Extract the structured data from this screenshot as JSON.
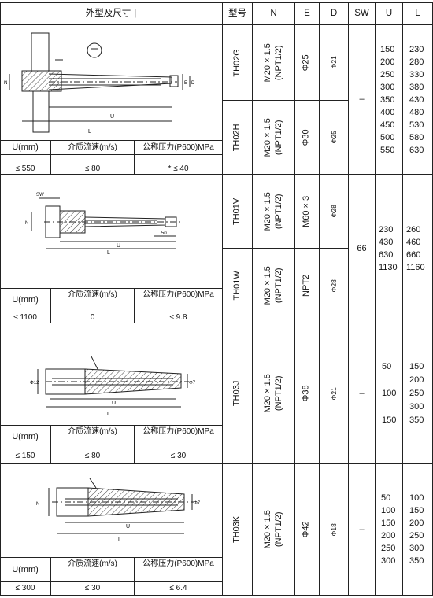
{
  "header": {
    "shape": "外型及尺寸",
    "model": "型号",
    "n": "N",
    "e": "E",
    "d": "D",
    "sw": "SW",
    "u": "U",
    "l": "L"
  },
  "sub_header": {
    "u": "U(mm)",
    "velocity": "介质流速(m/s)",
    "pressure": "公称压力(P600)MPa"
  },
  "sections": [
    {
      "limits": {
        "u": "≤ 550",
        "velocity": "≤ 80",
        "pressure": "* ≤ 40"
      },
      "models": [
        {
          "model": "TH02G",
          "n1": "M20 × 1.5",
          "n2": "(NPT1/2)",
          "e": "Φ25",
          "d": "Φ21"
        },
        {
          "model": "TH02H",
          "n1": "M20 × 1.5",
          "n2": "(NPT1/2)",
          "e": "Φ30",
          "d": "Φ25"
        }
      ],
      "sw": "–",
      "u_values": [
        "150",
        "200",
        "250",
        "300",
        "350",
        "400",
        "450",
        "500",
        "550"
      ],
      "l_values": [
        "230",
        "280",
        "330",
        "380",
        "430",
        "480",
        "530",
        "580",
        "630"
      ]
    },
    {
      "limits": {
        "u": "≤ 1100",
        "velocity": "0",
        "pressure": "≤ 9.8"
      },
      "models": [
        {
          "model": "TH01V",
          "n1": "M20 × 1.5",
          "n2": "(NPT1/2)",
          "e": "M60 × 3",
          "d": "Φ28"
        },
        {
          "model": "TH01W",
          "n1": "M20 × 1.5",
          "n2": "(NPT1/2)",
          "e": "NPT2",
          "d": "Φ28"
        }
      ],
      "sw": "66",
      "u_values": [
        "230",
        "430",
        "630",
        "1130"
      ],
      "l_values": [
        "260",
        "460",
        "660",
        "1160"
      ]
    },
    {
      "limits": {
        "u": "≤ 150",
        "velocity": "≤ 80",
        "pressure": "≤ 30"
      },
      "models": [
        {
          "model": "TH03J",
          "n1": "M20 × 1.5",
          "n2": "(NPT1/2)",
          "e": "Φ38",
          "d": "Φ21"
        }
      ],
      "sw": "–",
      "u_values": [
        "50",
        "",
        "100",
        "",
        "150"
      ],
      "l_values": [
        "150",
        "200",
        "250",
        "300",
        "350"
      ]
    },
    {
      "limits": {
        "u": "≤ 300",
        "velocity": "≤ 30",
        "pressure": "≤ 6.4"
      },
      "models": [
        {
          "model": "TH03K",
          "n1": "M20 × 1.5",
          "n2": "(NPT1/2)",
          "e": "Φ42",
          "d": "Φ18"
        }
      ],
      "sw": "–",
      "u_values": [
        "50",
        "100",
        "150",
        "200",
        "250",
        "300"
      ],
      "l_values": [
        "100",
        "150",
        "200",
        "250",
        "300",
        "350"
      ]
    }
  ],
  "drawing_labels": {
    "u": "U",
    "l": "L",
    "e": "E",
    "d": "D",
    "n": "N",
    "sw": "SW",
    "fifty": "50",
    "phi12": "Φ12",
    "phi7": "Φ7"
  },
  "colors": {
    "line": "#222222",
    "hatch": "#444444",
    "background": "#ffffff"
  }
}
